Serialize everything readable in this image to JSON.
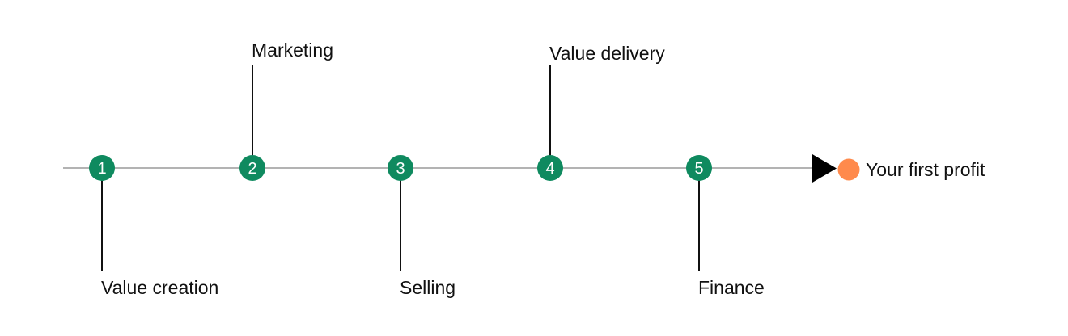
{
  "colors": {
    "line": "#b3b3b3",
    "connector": "#111111",
    "step_fill": "#0f8a5f",
    "step_text": "#ffffff",
    "end_dot": "#ff8a4c",
    "arrow": "#000000",
    "label": "#111111"
  },
  "icons": {
    "arrow": "play-triangle-icon",
    "end_marker": "circle-dot-icon"
  },
  "steps": [
    {
      "number": "1",
      "label": "Value creation",
      "side": "below"
    },
    {
      "number": "2",
      "label": "Marketing",
      "side": "above"
    },
    {
      "number": "3",
      "label": "Selling",
      "side": "below"
    },
    {
      "number": "4",
      "label": "Value delivery",
      "side": "above"
    },
    {
      "number": "5",
      "label": "Finance",
      "side": "below"
    }
  ],
  "end": {
    "label": "Your first profit"
  }
}
